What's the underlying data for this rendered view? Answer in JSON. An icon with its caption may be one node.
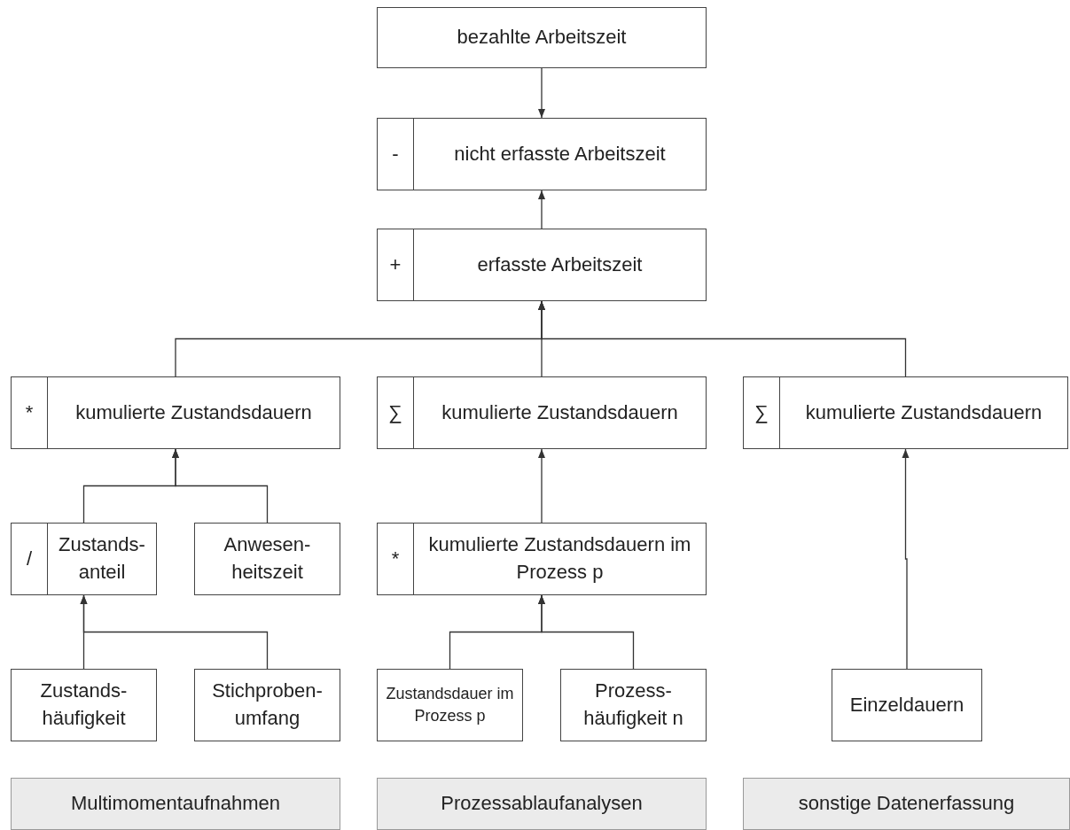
{
  "diagram": {
    "nodes": [
      {
        "text": [
          "bezahlte Arbeitszeit"
        ]
      },
      {
        "text": [
          "-",
          "nicht erfasste Arbeitszeit"
        ]
      },
      {
        "text": [
          "+",
          "erfasste Arbeitszeit"
        ]
      },
      {
        "text": [
          "*",
          "kumulierte Zustandsdauern"
        ]
      },
      {
        "text": [
          "∑",
          "kumulierte Zustandsdauern"
        ]
      },
      {
        "text": [
          "∑",
          "kumulierte Zustandsdauern"
        ]
      },
      {
        "text": [
          "/",
          "Zustands- anteil"
        ]
      },
      {
        "text": [
          "Anwesen- heitszeit"
        ]
      },
      {
        "text": [
          "*",
          "kumulierte Zustandsdauern im Prozess p"
        ]
      },
      {
        "text": [
          "Zustands- häufigkeit"
        ]
      },
      {
        "text": [
          "Stichproben- umfang"
        ]
      },
      {
        "text": [
          "Zustandsdauer im Prozess p"
        ]
      },
      {
        "text": [
          "Prozess- häufigkeit n"
        ]
      },
      {
        "text": [
          "Einzeldauern"
        ]
      },
      {
        "text": [
          "Multimomentaufnahmen"
        ]
      },
      {
        "text": [
          "Prozessablaufanalysen"
        ]
      },
      {
        "text": [
          "sonstige Datenerfassung"
        ]
      }
    ],
    "edges": [
      {
        "from": 0,
        "to": 1,
        "arrow": "to"
      },
      {
        "from": 2,
        "to": 1,
        "arrow": "to"
      },
      {
        "from": 3,
        "to": 2,
        "arrow": "to"
      },
      {
        "from": 4,
        "to": 2,
        "arrow": "to"
      },
      {
        "from": 5,
        "to": 2,
        "arrow": "to"
      },
      {
        "from": 6,
        "to": 3,
        "arrow": "to"
      },
      {
        "from": 7,
        "to": 3,
        "arrow": "to"
      },
      {
        "from": 8,
        "to": 4,
        "arrow": "to"
      },
      {
        "from": 13,
        "to": 5,
        "arrow": "to"
      },
      {
        "from": 9,
        "to": 6,
        "arrow": "to"
      },
      {
        "from": 10,
        "to": 6,
        "arrow": "to"
      },
      {
        "from": 11,
        "to": 8,
        "arrow": "to"
      },
      {
        "from": 12,
        "to": 8,
        "arrow": "to"
      }
    ]
  }
}
